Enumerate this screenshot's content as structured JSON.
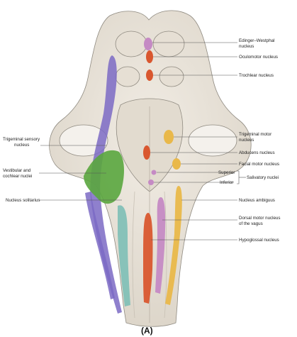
{
  "figure": {
    "caption": "(A)",
    "labels": {
      "edinger_westphal": [
        "Edinger–Westphal",
        "nucleus"
      ],
      "oculomotor": [
        "Oculomotor nucleus"
      ],
      "trochlear": [
        "Trochlear nucleus"
      ],
      "trigeminal_sensory": [
        "Trigeminal sensory",
        "nucleus"
      ],
      "trigeminal_motor": [
        "Trigeminal motor",
        "nucleus"
      ],
      "abducens": [
        "Abducens nucleus"
      ],
      "vestibular_cochlear": [
        "Vestibular and",
        "cochlear nuclei"
      ],
      "facial_motor": [
        "Facial motor nucleus"
      ],
      "superior": [
        "Superior"
      ],
      "salivatory": [
        "Salivatory nuclei"
      ],
      "inferior": [
        "Inferior"
      ],
      "ambiguus": [
        "Nucleus ambiguus"
      ],
      "solitarius": [
        "Nucleus solitarius"
      ],
      "dorsal_vagus": [
        "Dorsal motor nucleus",
        "of the vagus"
      ],
      "hypoglossal": [
        "Hypoglossal nucleus"
      ]
    }
  },
  "colors": {
    "brainstem": "#ebe5dc",
    "brainstem_shade": "#d9d2c6",
    "outline": "#8f8a80",
    "purple": "#7b6ac4",
    "green": "#5aa63e",
    "teal": "#7dbfb6",
    "orange": "#d9572f",
    "pink": "#c58ac4",
    "yellow": "#e9b84a"
  }
}
